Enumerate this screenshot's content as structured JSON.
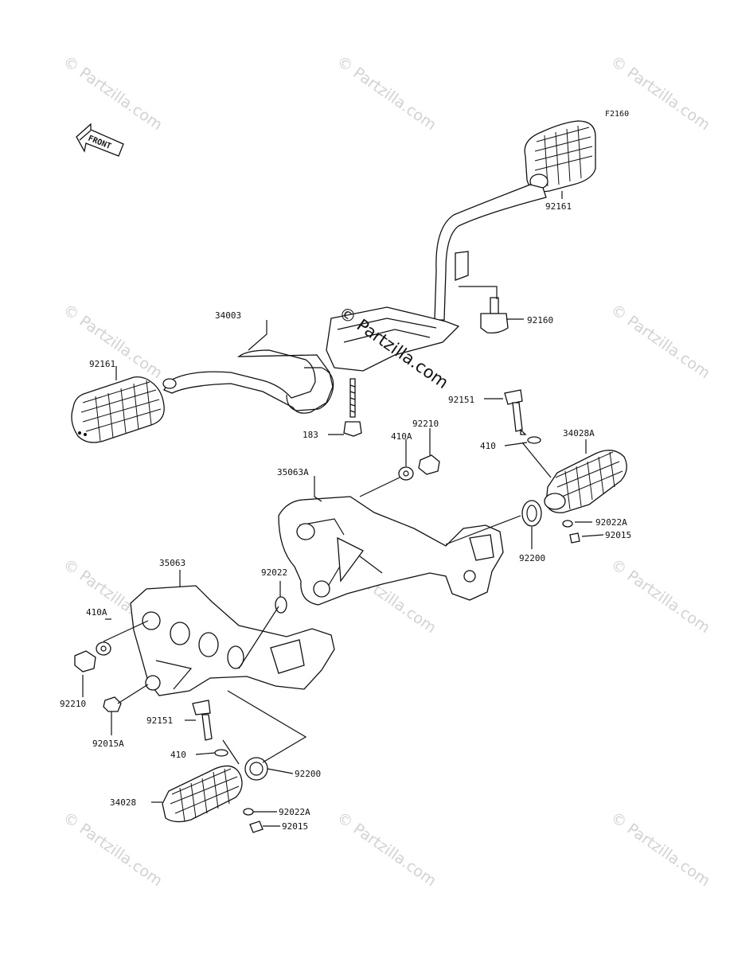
{
  "diagram_code": "F2160",
  "front_label": "FRONT",
  "watermark_text": "© Partzilla.com",
  "center_watermark": "© Partzilla.com",
  "labels": {
    "p92161_top": "92161",
    "p92160": "92160",
    "p34003": "34003",
    "p92161_left": "92161",
    "p183": "183",
    "p92151_top": "92151",
    "p410A_top": "410A",
    "p92210_top": "92210",
    "p410_top": "410",
    "p34028A": "34028A",
    "p35063A": "35063A",
    "p92022A_top": "92022A",
    "p92015_top": "92015",
    "p92200_top": "92200",
    "p35063": "35063",
    "p92022": "92022",
    "p410A_left": "410A",
    "p92210_left": "92210",
    "p92015A": "92015A",
    "p92151_bottom": "92151",
    "p410_bottom": "410",
    "p92200_bottom": "92200",
    "p34028": "34028",
    "p92022A_bottom": "92022A",
    "p92015_bottom": "92015"
  }
}
